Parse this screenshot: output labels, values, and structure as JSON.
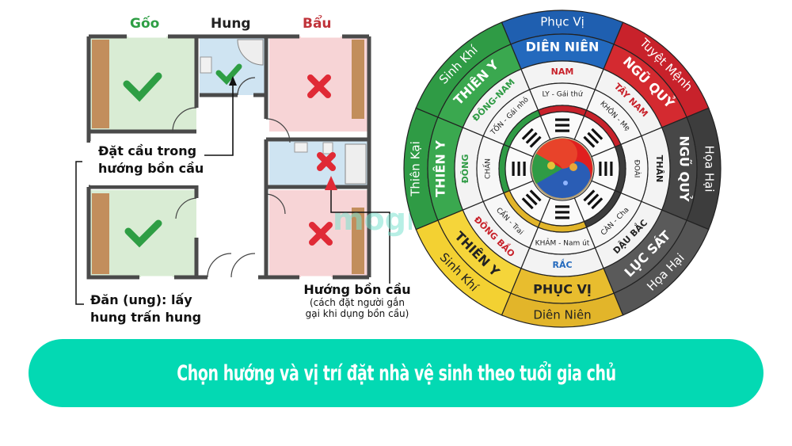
{
  "floorplan": {
    "labels": {
      "left": {
        "text": "Gốo",
        "color": "#2e9e44"
      },
      "middle": {
        "text": "Hung",
        "color": "#222222"
      },
      "right": {
        "text": "Bẩu",
        "color": "#c0333a"
      }
    },
    "callouts": {
      "top_left": [
        "Đặt cầu trong",
        "hướng bồn cầu"
      ],
      "bottom_left": [
        "Đăn (ung): lấy",
        "hung trấn hung"
      ],
      "bottom_right_title": "Hướng bồn cầu",
      "bottom_right_note": [
        "(cách đặt người gắn",
        "gại khi dụng bồn cầu)"
      ]
    },
    "rooms": [
      {
        "name": "top-left",
        "color": "#d9ecd4",
        "mark": "check"
      },
      {
        "name": "top-middle-bath",
        "color": "#cfe4f2",
        "mark": "check"
      },
      {
        "name": "top-right",
        "color": "#f7d4d6",
        "mark": "cross"
      },
      {
        "name": "mid-right-bath",
        "color": "#cfe4f2",
        "mark": "cross"
      },
      {
        "name": "bottom-left",
        "color": "#d9ecd4",
        "mark": "check"
      },
      {
        "name": "bottom-right",
        "color": "#f7d4d6",
        "mark": "cross"
      }
    ],
    "colors": {
      "wall": "#4a4a4a",
      "closet": "#c28e5c",
      "check": "#2e9e44",
      "cross": "#e02a36"
    }
  },
  "watermark": "mogi",
  "compass": {
    "outer_ring": [
      {
        "label": "Phục Vị",
        "color": "#1f5fb0"
      },
      {
        "label": "Tuyệt Mệnh",
        "color": "#c8222b"
      },
      {
        "label": "Họa Hại",
        "color": "#3d3d3d"
      },
      {
        "label": "Họa Hại",
        "color": "#555555"
      },
      {
        "label": "Diên Niên",
        "color": "#e2b52a"
      },
      {
        "label": "Sinh Khí",
        "color": "#f3d132"
      },
      {
        "label": "Thiên Kại",
        "color": "#2f9b45"
      },
      {
        "label": "Sinh Khí",
        "color": "#2f9b45"
      }
    ],
    "middle_ring": [
      {
        "label": "DIÊN NIÊN",
        "color": "#2369bd"
      },
      {
        "label": "NGŨ QUỶ",
        "color": "#d42a30"
      },
      {
        "label": "NGŨ QUỶ",
        "color": "#474747"
      },
      {
        "label": "LỤC SÁT",
        "color": "#5a5a5a"
      },
      {
        "label": "PHỤC VỊ",
        "color": "#e8bd2e"
      },
      {
        "label": "THIÊN Y",
        "color": "#f5d53a"
      },
      {
        "label": "THIÊN Y",
        "color": "#3aa84f"
      },
      {
        "label": "THIÊN Y",
        "color": "#3aa84f"
      }
    ],
    "directions": [
      {
        "label": "NAM",
        "color": "#c8222b"
      },
      {
        "label": "TÂY NAM",
        "color": "#c8222b"
      },
      {
        "label": "THÂN",
        "color": "#222222"
      },
      {
        "label": "DẬU BẮC",
        "color": "#222222"
      },
      {
        "label": "RẮC",
        "color": "#2369bd"
      },
      {
        "label": "ĐÔNG BẮO",
        "color": "#c8222b"
      },
      {
        "label": "ĐÔNG",
        "color": "#2f9b45"
      },
      {
        "label": "ĐÔNG-NAM",
        "color": "#2f9b45"
      }
    ],
    "trigrams": [
      "LY - Gái thứ",
      "KHÔN - Mẹ",
      "ĐOÀI",
      "CÀN - Cha",
      "KHẢM - Nam út",
      "CẤN - Trai",
      "CHẤN",
      "TỐN - Gái nhỏ"
    ],
    "inner_arc_colors": [
      "#c8222b",
      "#c8222b",
      "#3d3d3d",
      "#3d3d3d",
      "#e2b52a",
      "#e2b52a",
      "#2f9b45",
      "#2f9b45"
    ],
    "center_colors": [
      "#e8432a",
      "#2f9b45",
      "#2a5db5",
      "#e01f1f"
    ]
  },
  "banner": {
    "text": "Chọn hướng và vị trí đặt nhà vệ sinh theo tuổi gia chủ",
    "color": "#03d9b3"
  }
}
